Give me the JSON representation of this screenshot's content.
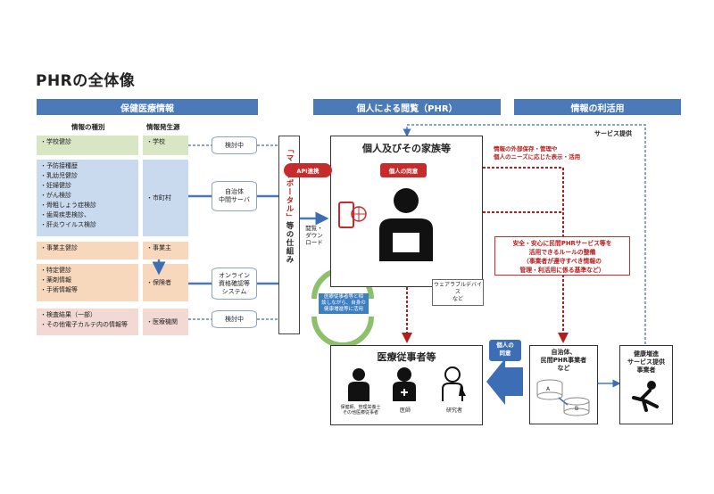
{
  "title": "PHRの全体像",
  "bands": {
    "health_info": "保健医療情報",
    "personal_view": "個人による閲覧（PHR）",
    "info_use": "情報の利活用"
  },
  "subheads": {
    "type": "情報の種別",
    "source": "情報発生源"
  },
  "rows": [
    {
      "items": [
        "・学校健診"
      ],
      "source": "・学校",
      "cylinder": "検討中",
      "color": "green"
    },
    {
      "items": [
        "・予防接種歴",
        "・乳幼児健診",
        "・妊婦健診",
        "・がん検診",
        "・骨粗しょう症検診",
        "・歯周疾患検診、",
        "・肝炎ウイルス検診"
      ],
      "source": "・市町村",
      "cylinder": "自治体\n中間サーバ",
      "color": "blue"
    },
    {
      "items": [
        "・事業主健診"
      ],
      "source": "・事業主",
      "cylinder": "",
      "color": "orange"
    },
    {
      "items": [
        "・特定健診",
        "・薬剤情報",
        "・手術情報等"
      ],
      "source": "・保険者",
      "cylinder": "オンライン\n資格確認等\nシステム",
      "color": "orange"
    },
    {
      "items": [
        "・検査結果（一部）",
        "・その他電子カルテ内の情報等"
      ],
      "source": "・医療機関",
      "cylinder": "検討中",
      "color": "pink"
    }
  ],
  "mynaportal": {
    "main": "「マイナポータル」",
    "suffix": "等の仕組み"
  },
  "view_download": "閲覧・ダウンロード",
  "api_link": "API連携",
  "consent": "個人の同意",
  "person_box": {
    "title": "個人及びその家族等",
    "wearable": "ウェアラブルデバイス\nなど"
  },
  "service_provision": "サービス提供",
  "external_storage": "情報の外部保存・管理や\n個人のニーズに応じた表示・活用",
  "rules_box": "安全・安心に民間PHRサービス等を\n活用できるルールの整備\n（事業者が遵守すべき情報の\n管理・利活用に係る基準など）",
  "cycle_text": "医療従事者等と相\n談しながら、自身の\n健康増進等に活用",
  "medical": {
    "title": "医療従事者等",
    "roles": [
      "保健師、管理栄養士\nその他医療従事者",
      "医師",
      "研究者"
    ]
  },
  "consent2": "個人の\n同意",
  "operator": {
    "title": "自治体、\n民間PHR事業者\nなど",
    "a": "A",
    "b": "B"
  },
  "health_service": "健康増進\nサービス提供\n事業者",
  "colors": {
    "band": "#4a7ab8",
    "red": "#c72c2c",
    "arrow_blue": "#3d6eb5"
  }
}
